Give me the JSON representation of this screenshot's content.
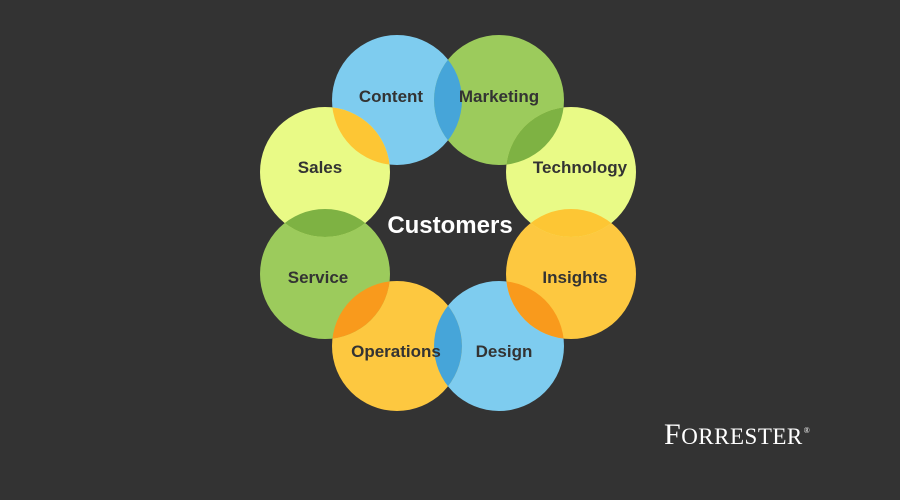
{
  "center": {
    "label": "Customers"
  },
  "segments": [
    {
      "id": "content",
      "label": "Content",
      "color": "#7ECCEF"
    },
    {
      "id": "marketing",
      "label": "Marketing",
      "color": "#9CCB5C"
    },
    {
      "id": "technology",
      "label": "Technology",
      "color": "#E9FA86"
    },
    {
      "id": "insights",
      "label": "Insights",
      "color": "#FDC840"
    },
    {
      "id": "design",
      "label": "Design",
      "color": "#7ECCEF"
    },
    {
      "id": "operations",
      "label": "Operations",
      "color": "#FDC840"
    },
    {
      "id": "service",
      "label": "Service",
      "color": "#9CCB5C"
    },
    {
      "id": "sales",
      "label": "Sales",
      "color": "#E9FA86"
    }
  ],
  "overlap_colors": {
    "content_marketing": "#46A5D9",
    "marketing_technology": "#7EB243",
    "technology_insights": "#FDC634",
    "insights_design": "#F99A1C",
    "design_operations": "#46A5D9",
    "operations_service": "#F99A1C",
    "service_sales": "#7EB243",
    "sales_content": "#FDC634"
  },
  "background_color": "#333333",
  "logo": {
    "first_letter": "F",
    "rest": "ORRESTER",
    "registered": "®"
  }
}
